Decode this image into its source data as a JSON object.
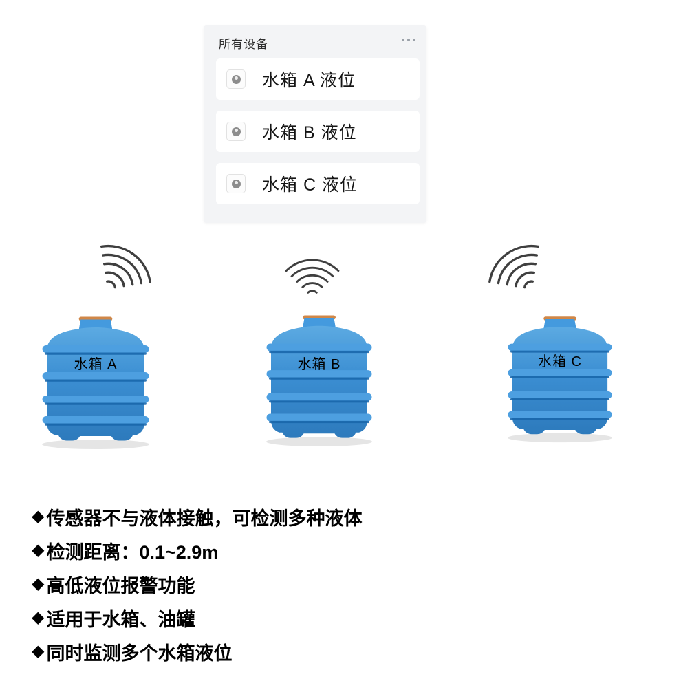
{
  "device_panel": {
    "title": "所有设备",
    "menu_icon": "ellipsis-dots",
    "devices": [
      {
        "label": "水箱 A 液位"
      },
      {
        "label": "水箱 B 液位"
      },
      {
        "label": "水箱 C 液位"
      }
    ]
  },
  "tanks": [
    {
      "label": "水箱 A"
    },
    {
      "label": "水箱 B"
    },
    {
      "label": "水箱 C"
    }
  ],
  "features": {
    "bullet": "◆",
    "items": [
      "传感器不与液体接触，可检测多种液体",
      "检测距离：0.1~2.9m",
      "高低液位报警功能",
      "适用于水箱、油罐",
      "同时监测多个水箱液位"
    ]
  },
  "colors": {
    "panel_bg": "#f3f4f6",
    "card_bg": "#ffffff",
    "tank_body_light": "#5caae2",
    "tank_body_mid": "#3b8ed2",
    "tank_body_dark": "#2d7abc",
    "tank_rib": "#4d9fe0",
    "tank_rib_shadow": "#1a67ab",
    "cap_accent_orange": "#d08748",
    "wave_stroke": "#3f3f3f",
    "text_dark": "#151515"
  }
}
